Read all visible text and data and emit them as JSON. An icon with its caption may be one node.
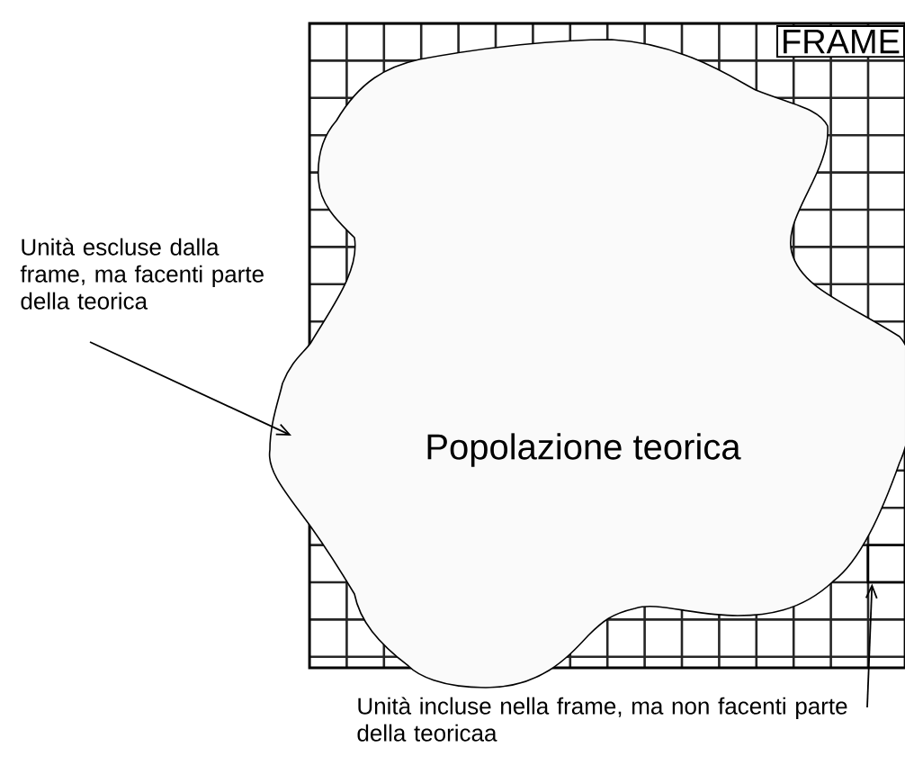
{
  "diagram": {
    "nodes": [
      {
        "text": [
          "FRAME"
        ]
      },
      {
        "text": [
          "Popolazione teorica"
        ]
      },
      {
        "text": [
          "Unità escluse dalla frame, ma facenti parte della teorica"
        ]
      },
      {
        "text": [
          "Unità incluse nella frame, ma non facenti parte della teoricaa"
        ]
      },
      {
        "text": [],
        "shape": "box"
      }
    ],
    "edges": [
      {
        "from": 2,
        "to": 1,
        "arrow": "to"
      },
      {
        "from": 3,
        "to": 4,
        "arrow": "to"
      }
    ]
  }
}
